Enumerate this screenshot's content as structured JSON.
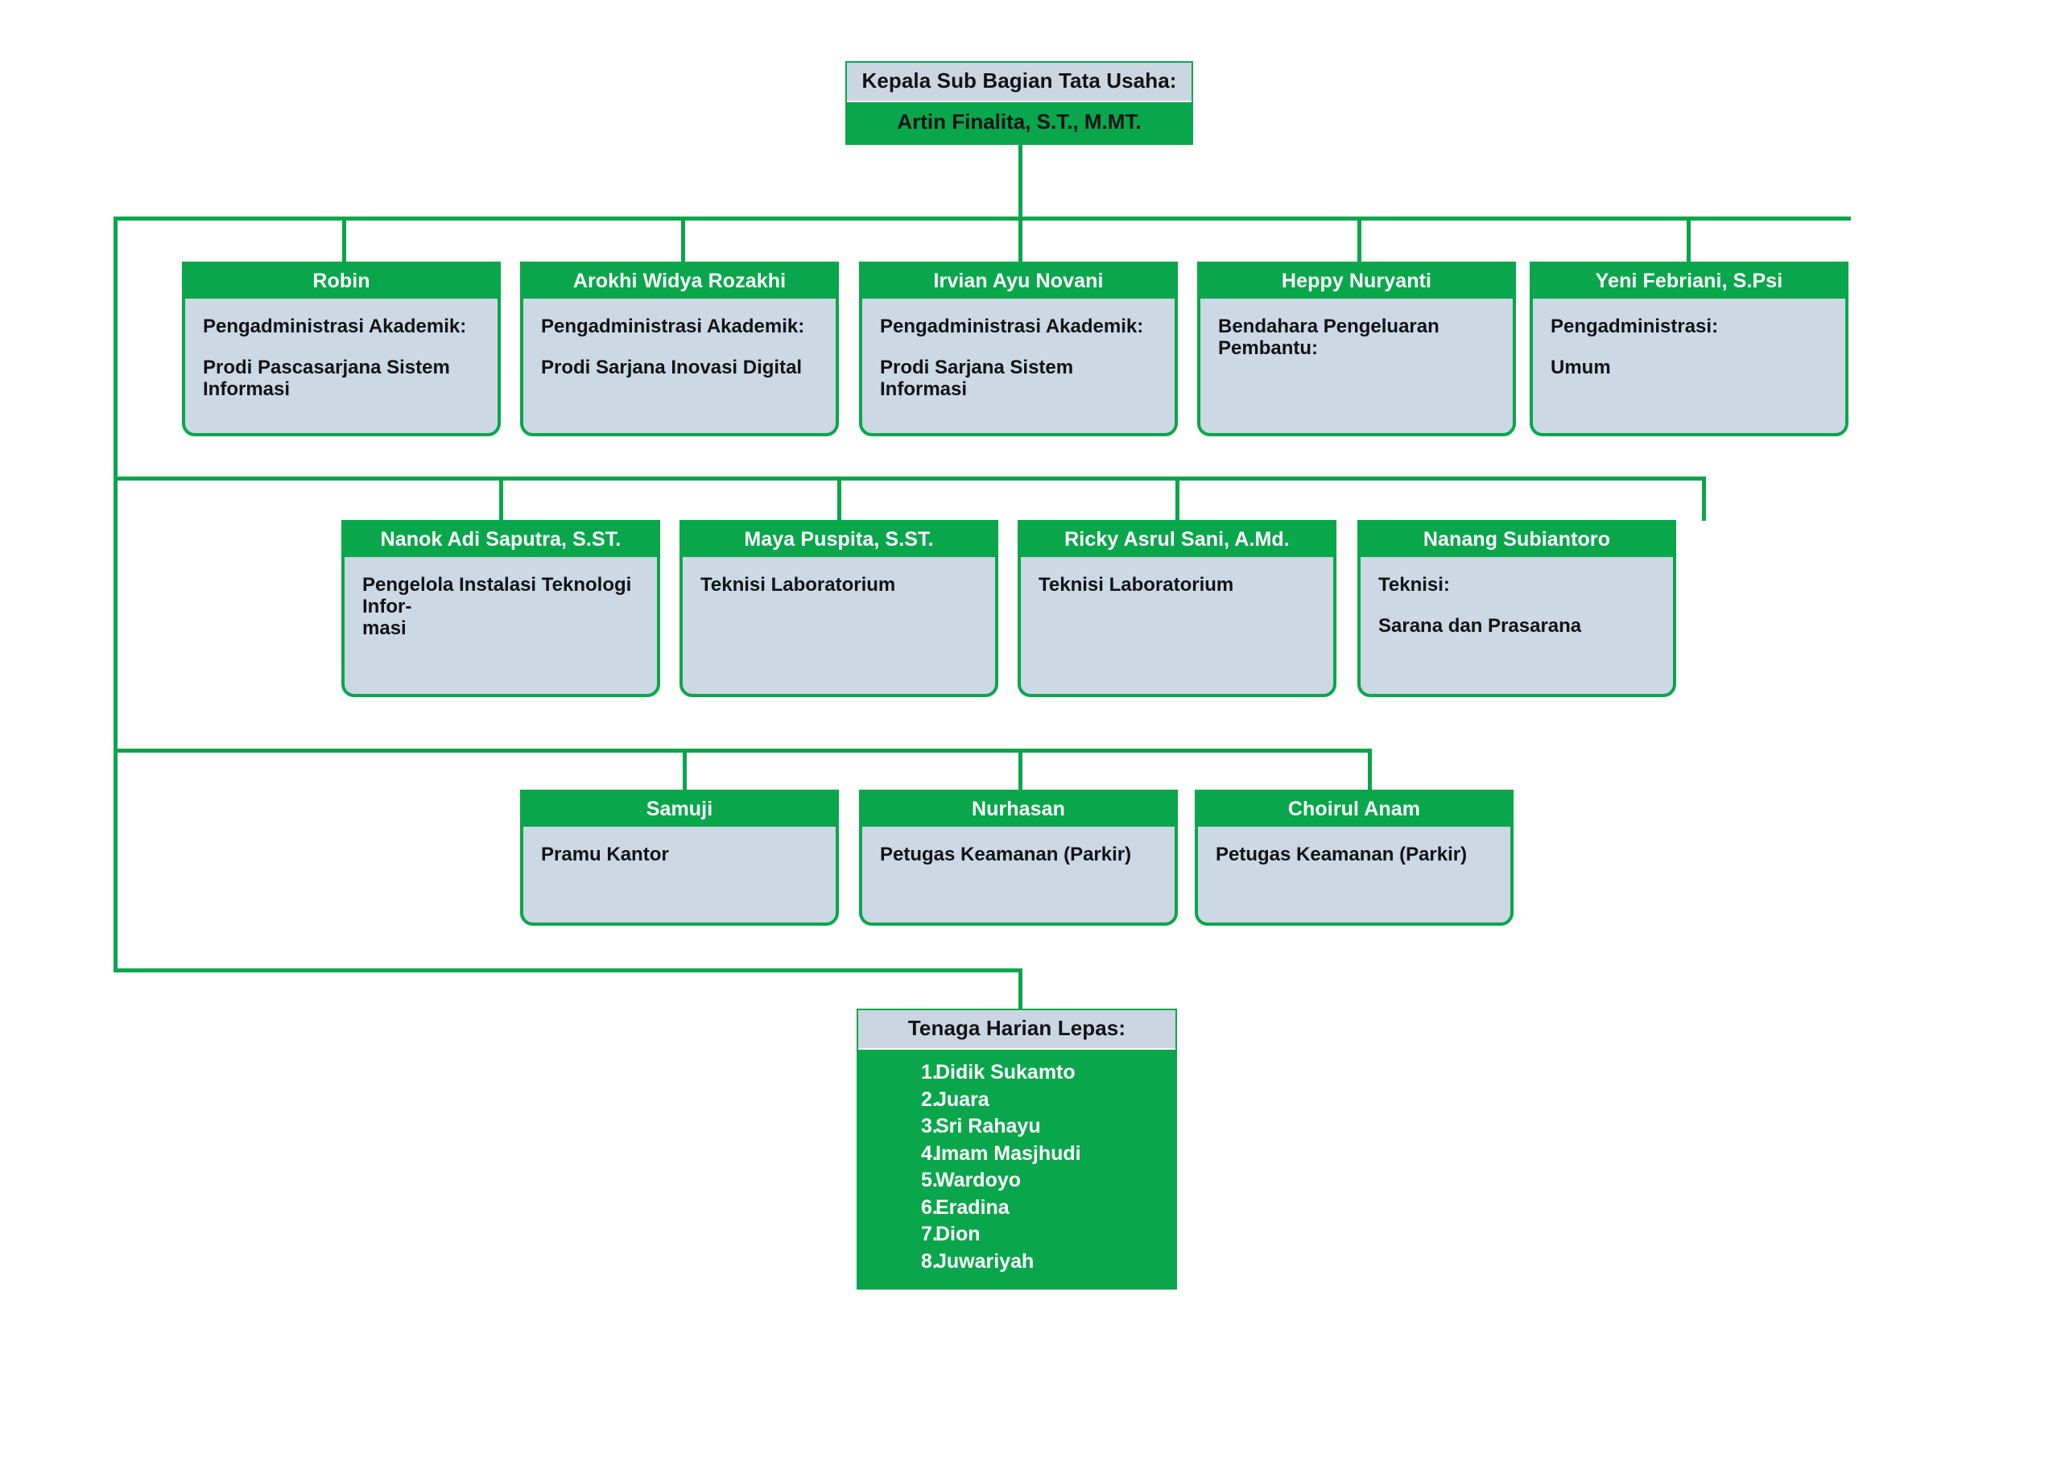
{
  "diagram": {
    "type": "org-chart",
    "accent_green": "#0aa64b",
    "panel_blue_gray": "#ccd8e4",
    "header_blue_gray": "#ccd6e0",
    "text_dark": "#111318",
    "text_light": "#ffffff"
  },
  "root": {
    "title": "Kepala Sub Bagian Tata Usaha:",
    "name": "Artin Finalita, S.T., M.MT."
  },
  "row1": [
    {
      "name": "Robin",
      "lines": [
        "Pengadministrasi Akademik:",
        "Prodi Pascasarjana Sistem Informasi"
      ]
    },
    {
      "name": "Arokhi Widya Rozakhi",
      "lines": [
        "Pengadministrasi Akademik:",
        "Prodi Sarjana Inovasi Digital"
      ]
    },
    {
      "name": "Irvian Ayu Novani",
      "lines": [
        "Pengadministrasi Akademik:",
        "Prodi Sarjana Sistem Informasi"
      ]
    },
    {
      "name": "Heppy Nuryanti",
      "lines": [
        "Bendahara Pengeluaran Pembantu:"
      ]
    },
    {
      "name": "Yeni Febriani, S.Psi",
      "lines": [
        "Pengadministrasi:",
        "Umum"
      ]
    }
  ],
  "row2": [
    {
      "name": "Nanok Adi Saputra, S.ST.",
      "lines": [
        "Pengelola Instalasi Teknologi Infor-\nmasi"
      ]
    },
    {
      "name": "Maya Puspita, S.ST.",
      "lines": [
        "Teknisi Laboratorium"
      ]
    },
    {
      "name": "Ricky Asrul Sani, A.Md.",
      "lines": [
        "Teknisi Laboratorium"
      ]
    },
    {
      "name": "Nanang Subiantoro",
      "lines": [
        "Teknisi:",
        "Sarana dan Prasarana"
      ]
    }
  ],
  "row3": [
    {
      "name": "Samuji",
      "lines": [
        "Pramu Kantor"
      ]
    },
    {
      "name": "Nurhasan",
      "lines": [
        "Petugas Keamanan (Parkir)"
      ]
    },
    {
      "name": "Choirul Anam",
      "lines": [
        "Petugas Keamanan (Parkir)"
      ]
    }
  ],
  "daily_staff": {
    "title": "Tenaga Harian Lepas:",
    "items": [
      {
        "num": "1.",
        "name": "Didik Sukamto"
      },
      {
        "num": "2.",
        "name": "Juara"
      },
      {
        "num": "3.",
        "name": "Sri Rahayu"
      },
      {
        "num": "4.",
        "name": "Imam Masjhudi"
      },
      {
        "num": "5.",
        "name": "Wardoyo"
      },
      {
        "num": "6.",
        "name": "Eradina"
      },
      {
        "num": "7.",
        "name": "Dion"
      },
      {
        "num": "8.",
        "name": "Juwariyah"
      }
    ]
  }
}
